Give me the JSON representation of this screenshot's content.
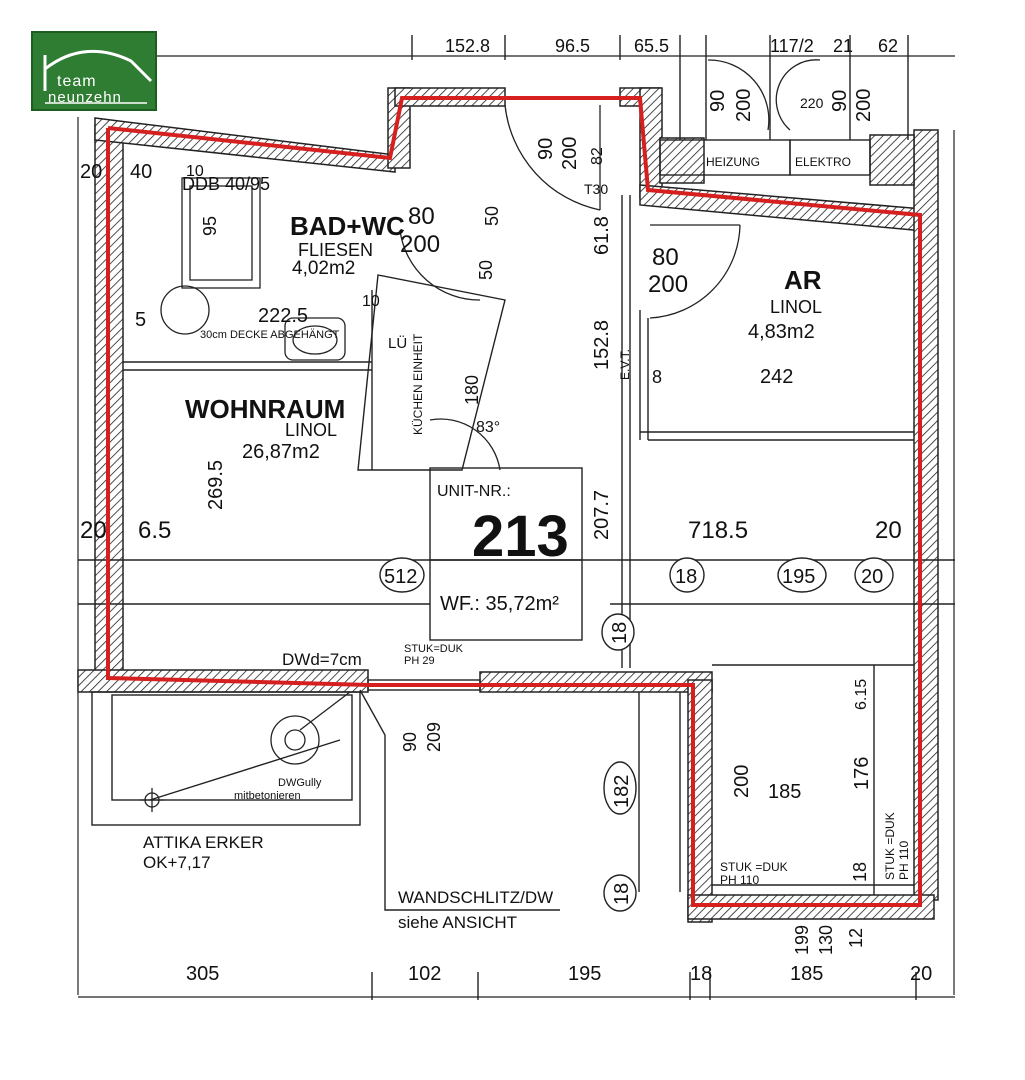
{
  "logo": {
    "line1": "team",
    "line2": "neunzehn",
    "color": "#2e7d32"
  },
  "outline_color": "#d62020",
  "rooms": {
    "bath": {
      "name": "BAD+WC",
      "floor": "FLIESEN",
      "area": "4,02m2"
    },
    "living": {
      "name": "WOHNRAUM",
      "floor": "LINOL",
      "area": "26,87m2"
    },
    "storage": {
      "name": "AR",
      "floor": "LINOL",
      "area": "4,83m2"
    }
  },
  "unit": {
    "label": "UNIT-NR.:",
    "number": "213",
    "area": "WF.: 35,72m²"
  },
  "labels": {
    "kitchen": "KÜCHEN EINHEIT",
    "heating": "HEIZUNG",
    "electro": "ELEKTRO",
    "evt": "E.V.T.",
    "ceiling": "30cm DECKE ABGEHÄNGT",
    "dwd": "DWd=7cm",
    "stuk_top": "STUK=DUK",
    "ph29": "PH 29",
    "attika1": "ATTIKA ERKER",
    "attika2": "OK+7,17",
    "dwgully1": "DWGully",
    "dwgully2": "mitbetonieren",
    "schlitz1": "WANDSCHLITZ/DW",
    "schlitz2": "siehe ANSICHT",
    "stuk_bottom": "STUK =DUK",
    "ph110": "PH 110",
    "stuk_right": "STUK =DUK",
    "ph110b": "PH 110",
    "t30": "T30",
    "lu": "LÜ",
    "ddb": "DDB 40/95",
    "angle": "83°"
  },
  "dims": {
    "top": [
      "152.8",
      "96.5",
      "65.5",
      "117/2",
      "21",
      "62"
    ],
    "bottom": [
      "305",
      "102",
      "195",
      "18",
      "185",
      "20"
    ],
    "d_718": "718.5",
    "d_20a": "20",
    "d_20b": "20",
    "d_6_5": "6.5",
    "d_2695": "269.5",
    "d_2077": "207.7",
    "d_1528": "152.8",
    "d_618": "61.8",
    "d_2225": "222.5",
    "d_242": "242",
    "d_180": "180",
    "d_185": "185",
    "d_200": "200",
    "d_176": "176",
    "d_615": "6.15",
    "d_18": "18",
    "d_199": "199",
    "d_130": "130",
    "d_12": "12",
    "d_90": "90",
    "d_209": "209",
    "d_95": "95",
    "d_40": "40",
    "d_10": "10",
    "d_5": "5",
    "d_8": "8",
    "door_80_a": "80",
    "door_200_a": "200",
    "door_80_b": "80",
    "door_200_b": "200",
    "door_50a": "50",
    "door_50b": "50",
    "door_90": "90",
    "door_200_c": "200",
    "door_90_tr": "90",
    "door_200_tr": "200",
    "door_90_tr2": "90",
    "door_200_tr2": "200",
    "door_220": "220",
    "d_10b": "10",
    "d_20c": "20",
    "d_82": "82"
  },
  "circles": [
    "512",
    "18",
    "195",
    "20",
    "18",
    "182",
    "18"
  ]
}
